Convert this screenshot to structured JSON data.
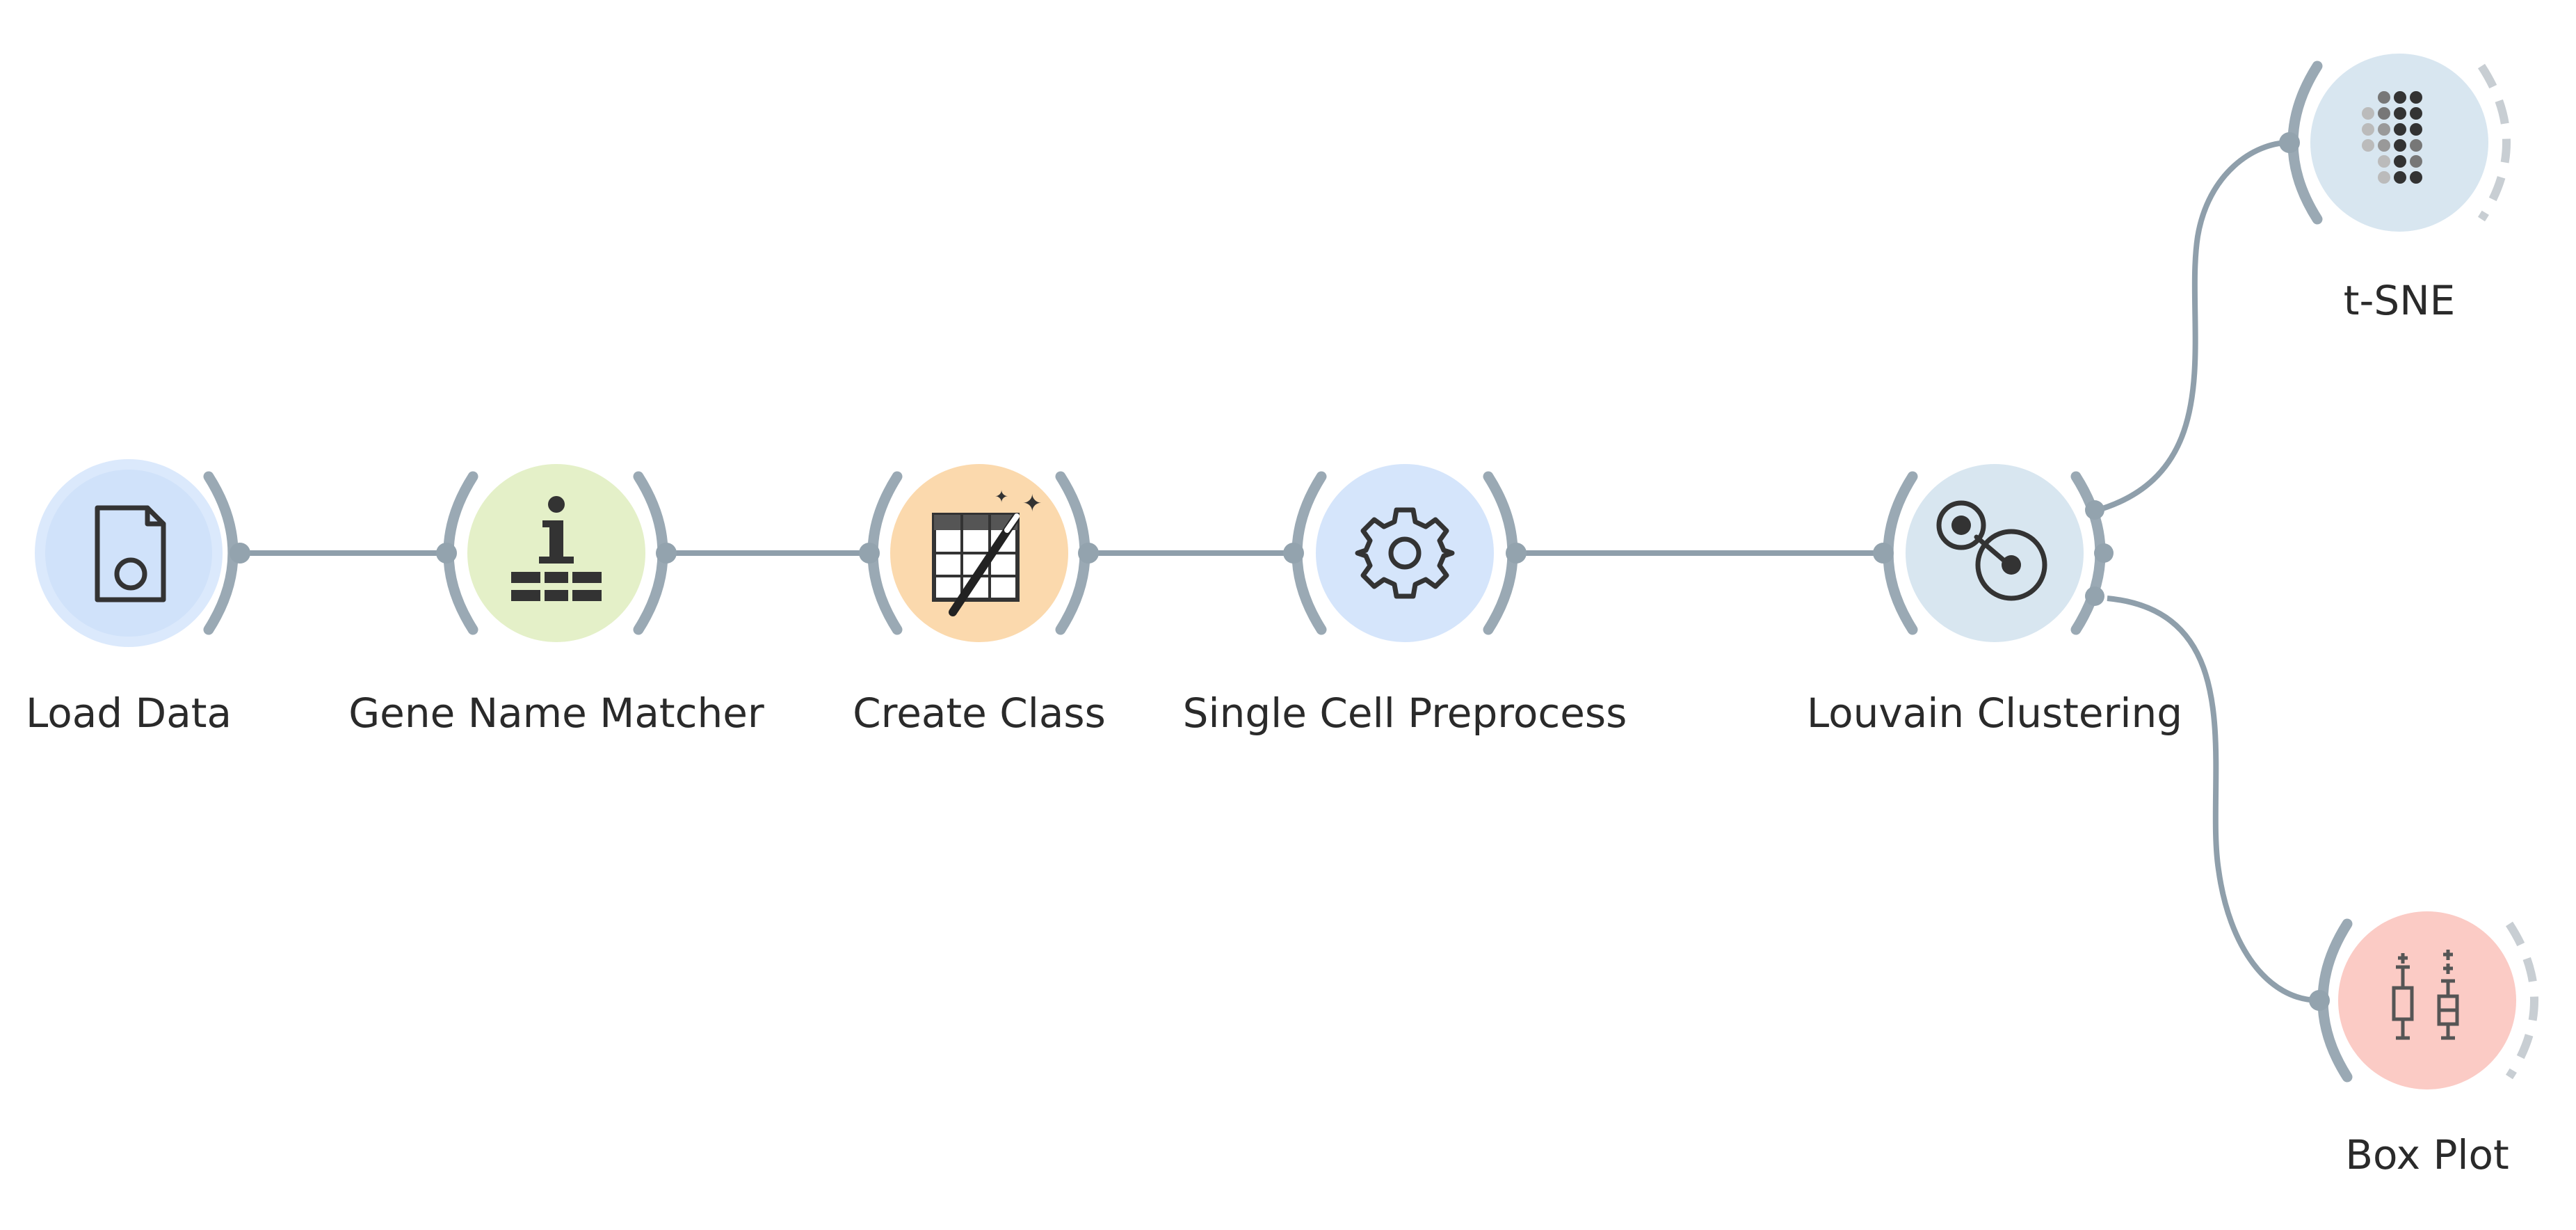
{
  "workflow": {
    "nodes": [
      {
        "id": "load-data",
        "label": "Load Data",
        "icon": "file-icon",
        "color": "#d5e5fb"
      },
      {
        "id": "gene-name-matcher",
        "label": "Gene Name Matcher",
        "icon": "info-table-icon",
        "color": "#e2efc4"
      },
      {
        "id": "create-class",
        "label": "Create Class",
        "icon": "magic-table-icon",
        "color": "#fbd9ad"
      },
      {
        "id": "single-cell-preprocess",
        "label": "Single Cell Preprocess",
        "icon": "gear-icon",
        "color": "#d5e5fb"
      },
      {
        "id": "louvain-clustering",
        "label": "Louvain Clustering",
        "icon": "clusters-icon",
        "color": "#d8e6f0"
      },
      {
        "id": "t-sne",
        "label": "t-SNE",
        "icon": "dot-grid-icon",
        "color": "#d8e6f0"
      },
      {
        "id": "box-plot",
        "label": "Box Plot",
        "icon": "box-plot-icon",
        "color": "#fbcbc5"
      }
    ],
    "links": [
      {
        "from": "load-data",
        "to": "gene-name-matcher"
      },
      {
        "from": "gene-name-matcher",
        "to": "create-class"
      },
      {
        "from": "create-class",
        "to": "single-cell-preprocess"
      },
      {
        "from": "single-cell-preprocess",
        "to": "louvain-clustering"
      },
      {
        "from": "louvain-clustering",
        "to": "t-sne"
      },
      {
        "from": "louvain-clustering",
        "to": "box-plot"
      }
    ]
  }
}
